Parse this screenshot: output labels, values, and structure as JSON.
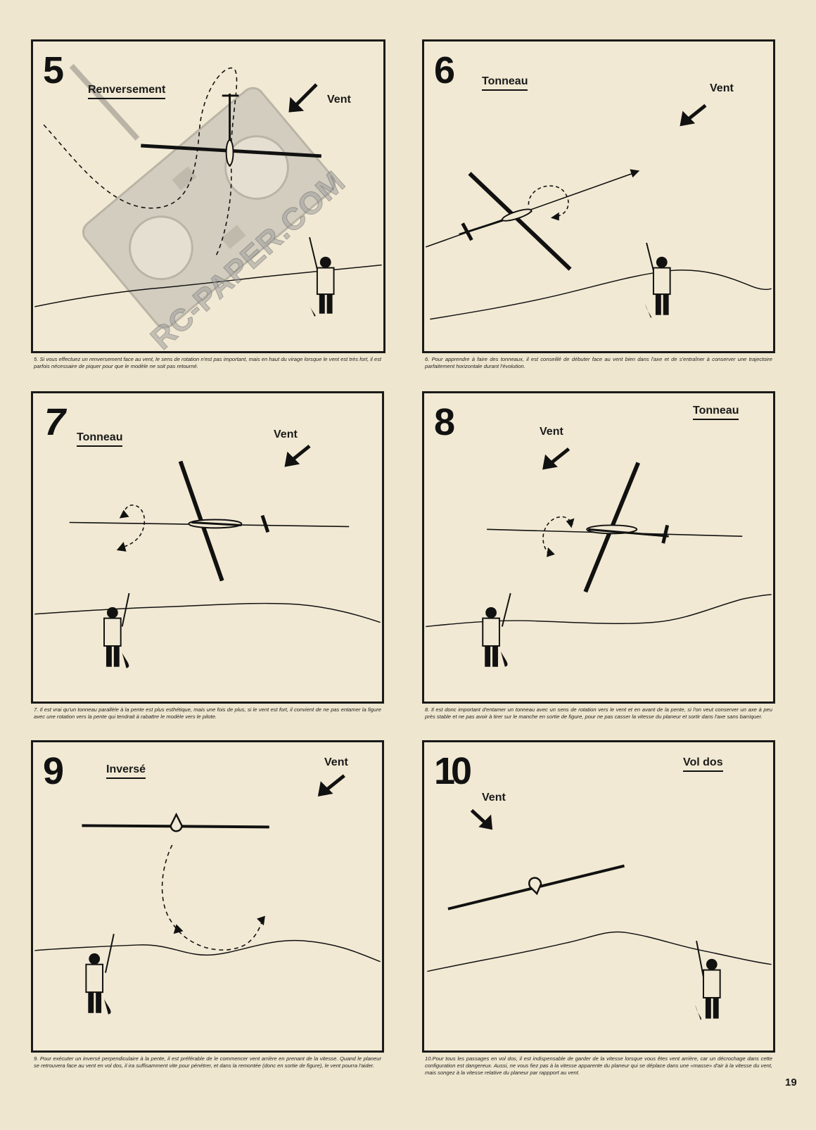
{
  "panels": [
    {
      "number": "5",
      "title": "Renversement",
      "vent": "Vent",
      "caption": "5. Si vous effectuez un renversement face au vent, le sens de rotation n'est pas important, mais en haut du virage lorsque le vent est très fort, il est parfois nécessaire de piquer pour que le modèle ne soit pas retourné."
    },
    {
      "number": "6",
      "title": "Tonneau",
      "vent": "Vent",
      "caption": "6. Pour apprendre à faire des tonneaux, il est conseillé de débuter face au vent bien dans l'axe et de s'entraîner à conserver une trajectoire parfaitement horizontale durant l'évolution."
    },
    {
      "number": "7",
      "title": "Tonneau",
      "vent": "Vent",
      "caption": "7. Il est vrai qu'un tonneau parallèle à la pente est plus esthétique, mais une fois de plus, si le vent est fort, il convient de ne pas entamer la figure avec une rotation vers la pente qui tendrait à rabattre le modèle vers le pilote."
    },
    {
      "number": "8",
      "title": "Tonneau",
      "vent": "Vent",
      "caption": "8. Il est donc important d'entamer un tonneau avec un sens de rotation vers le vent et en avant de la pente, si l'on veut conserver un axe à peu près stable et ne pas avoir à tirer sur le manche en sortie de figure, pour ne pas casser la vitesse du planeur et sortir dans l'axe sans barriquer."
    },
    {
      "number": "9",
      "title": "Inversé",
      "vent": "Vent",
      "caption": "9. Pour exécuter un inversé perpendiculaire à la pente, il est préférable de le commencer vent arrière en prenant de la vitesse. Quand le planeur se retrouvera face au vent en vol dos, il ira suffisamment vite pour pénétrer, et dans la remontée (donc en sortie de figure), le vent pourra l'aider."
    },
    {
      "number": "10",
      "title": "Vol dos",
      "vent": "Vent",
      "caption": "10.Pour tous les passages en vol dos, il est indispensable de garder de la vitesse lorsque vous êtes vent arrière, car un décrochage dans cette configuration est dangereux. Aussi, ne vous fiez pas à la vitesse apparente du planeur qui se déplace dans une «masse» d'air à la vitesse du vent, mais songez à la vitesse relative du planeur par rappport au vent."
    }
  ],
  "watermark": "RC-PAPER.COM",
  "page_number": "19"
}
